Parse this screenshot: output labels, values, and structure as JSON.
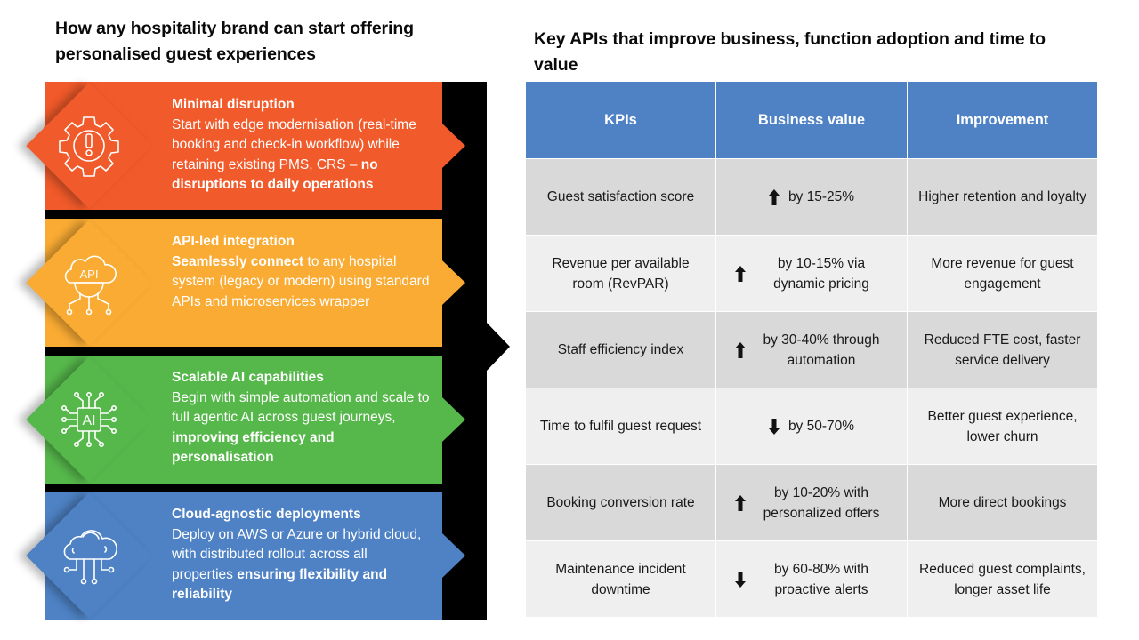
{
  "left": {
    "title": "How any hospitality brand can start offering personalised guest experiences",
    "colors": {
      "backdrop": "#000000"
    },
    "bands": [
      {
        "id": "minimal-disruption",
        "color": "#f15a2a",
        "icon": "gear-alert-icon",
        "heading": "Minimal disruption",
        "text": "Start with edge modernisation (real-time booking and check-in workflow) while retaining existing PMS, CRS – ",
        "bold_tail": "no disruptions to daily operations",
        "bold_lead": ""
      },
      {
        "id": "api-led-integration",
        "color": "#f9ab33",
        "icon": "api-cloud-icon",
        "heading": "API-led integration",
        "bold_lead": "Seamlessly connect",
        "text": " to any hospital system (legacy or modern) using standard APIs and microservices wrapper",
        "bold_tail": ""
      },
      {
        "id": "scalable-ai",
        "color": "#56b84b",
        "icon": "ai-chip-icon",
        "heading": "Scalable AI capabilities",
        "bold_lead": "",
        "text": "Begin with simple automation and scale to full agentic AI across guest journeys, ",
        "bold_tail": "improving efficiency and personalisation"
      },
      {
        "id": "cloud-agnostic",
        "color": "#4e82c4",
        "icon": "cloud-network-icon",
        "heading": "Cloud-agnostic deployments",
        "bold_lead": "",
        "text": "Deploy on AWS or Azure or hybrid cloud, with distributed rollout across all properties ",
        "bold_tail": "ensuring flexibility and reliability"
      }
    ]
  },
  "right": {
    "title": "Key APIs that improve business, function adoption and time to value",
    "table": {
      "header_color": "#4e82c4",
      "headers": [
        "KPIs",
        "Business value",
        "Improvement"
      ],
      "rows": [
        {
          "kpi": "Guest satisfaction score",
          "direction": "up",
          "value": "by 15-25%",
          "improvement": "Higher retention and loyalty"
        },
        {
          "kpi": "Revenue per available room (RevPAR)",
          "direction": "up",
          "value": "by 10-15% via dynamic pricing",
          "improvement": "More revenue for guest engagement"
        },
        {
          "kpi": "Staff efficiency index",
          "direction": "up",
          "value": "by 30-40% through automation",
          "improvement": "Reduced FTE cost, faster service delivery"
        },
        {
          "kpi": "Time to fulfil guest request",
          "direction": "down",
          "value": "by 50-70%",
          "improvement": "Better guest experience, lower churn"
        },
        {
          "kpi": "Booking conversion rate",
          "direction": "up",
          "value": "by 10-20% with personalized offers",
          "improvement": "More direct bookings"
        },
        {
          "kpi": "Maintenance incident downtime",
          "direction": "down",
          "value": "by 60-80% with proactive alerts",
          "improvement": "Reduced guest complaints, longer asset life"
        }
      ]
    }
  }
}
